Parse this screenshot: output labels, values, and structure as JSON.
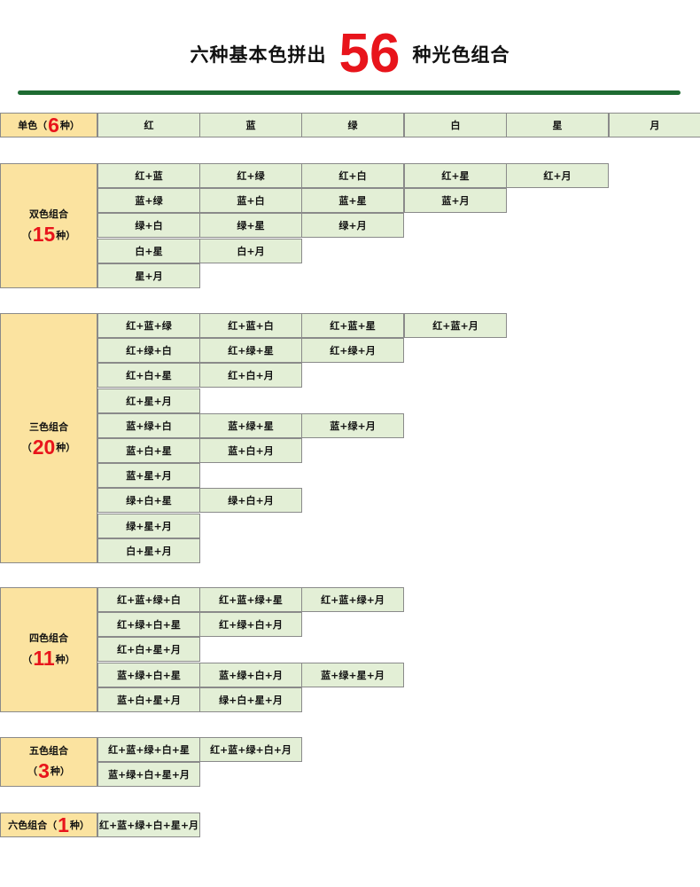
{
  "title": {
    "left": "六种基本色拼出",
    "number": "56",
    "right": "种光色组合"
  },
  "groups": [
    {
      "id": "single",
      "name": "单色",
      "open": "（",
      "count": "6",
      "unit": "种）",
      "inline": true,
      "rows": [
        [
          "红",
          "蓝",
          "绿",
          "白",
          "星",
          "月"
        ]
      ]
    },
    {
      "id": "double",
      "name": "双色组合",
      "open": "（",
      "count": "15",
      "unit": "种）",
      "inline": false,
      "rows": [
        [
          "红+蓝",
          "红+绿",
          "红+白",
          "红+星",
          "红+月"
        ],
        [
          "蓝+绿",
          "蓝+白",
          "蓝+星",
          "蓝+月"
        ],
        [
          "绿+白",
          "绿+星",
          "绿+月"
        ],
        [
          "白+星",
          "白+月"
        ],
        [
          "星+月"
        ]
      ]
    },
    {
      "id": "triple",
      "name": "三色组合",
      "open": "（",
      "count": "20",
      "unit": "种）",
      "inline": false,
      "rows": [
        [
          "红+蓝+绿",
          "红+蓝+白",
          "红+蓝+星",
          "红+蓝+月"
        ],
        [
          "红+绿+白",
          "红+绿+星",
          "红+绿+月"
        ],
        [
          "红+白+星",
          "红+白+月"
        ],
        [
          "红+星+月"
        ],
        [
          "蓝+绿+白",
          "蓝+绿+星",
          "蓝+绿+月"
        ],
        [
          "蓝+白+星",
          "蓝+白+月"
        ],
        [
          "蓝+星+月"
        ],
        [
          "绿+白+星",
          "绿+白+月"
        ],
        [
          "绿+星+月"
        ],
        [
          "白+星+月"
        ]
      ]
    },
    {
      "id": "quad",
      "name": "四色组合",
      "open": "（",
      "count": "11",
      "unit": "种）",
      "inline": false,
      "rows": [
        [
          "红+蓝+绿+白",
          "红+蓝+绿+星",
          "红+蓝+绿+月"
        ],
        [
          "红+绿+白+星",
          "红+绿+白+月"
        ],
        [
          "红+白+星+月"
        ],
        [
          "蓝+绿+白+星",
          "蓝+绿+白+月",
          "蓝+绿+星+月"
        ],
        [
          "蓝+白+星+月",
          "绿+白+星+月"
        ]
      ]
    },
    {
      "id": "quint",
      "name": "五色组合",
      "open": "（",
      "count": "3",
      "unit": "种）",
      "inline": false,
      "rows": [
        [
          "红+蓝+绿+白+星",
          "红+蓝+绿+白+月"
        ],
        [
          "蓝+绿+白+星+月"
        ]
      ]
    },
    {
      "id": "hex",
      "name": "六色组合",
      "open": "（",
      "count": "1",
      "unit": "种）",
      "inline": true,
      "rows": [
        [
          "红+蓝+绿+白+星+月"
        ]
      ]
    }
  ],
  "colors": {
    "label_bg": "#fbe3a0",
    "cell_bg": "#e3efd6",
    "accent_red": "#e8141b",
    "divider": "#1e6b32"
  }
}
